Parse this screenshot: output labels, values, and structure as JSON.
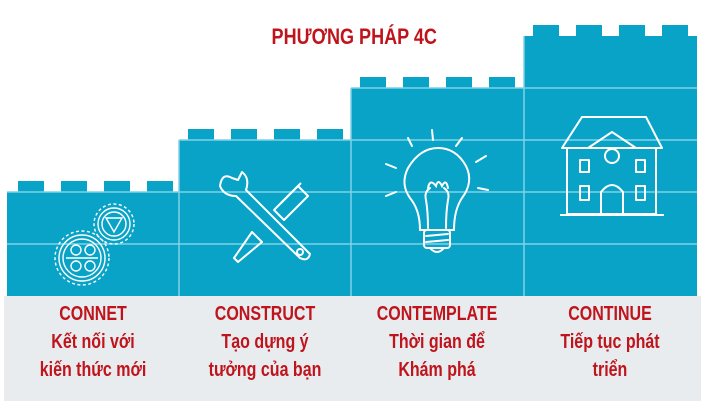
{
  "title": "PHƯƠNG PHÁP 4C",
  "colors": {
    "block": "#0aa3c8",
    "grid_line": "#7fd3e6",
    "icon_stroke": "#ffffff",
    "text": "#c0141c",
    "band": "#e8ecef"
  },
  "steps": [
    {
      "name": "CONNET",
      "line1": "Kết nối với",
      "line2": "kiến thức mới",
      "icon": "gears-icon"
    },
    {
      "name": "CONSTRUCT",
      "line1": "Tạo dựng ý",
      "line2": "tưởng của bạn",
      "icon": "wrench-pencil-icon"
    },
    {
      "name": "CONTEMPLATE",
      "line1": "Thời gian để",
      "line2": "Khám phá",
      "icon": "lightbulb-icon"
    },
    {
      "name": "CONTINUE",
      "line1": "Tiếp tục phát",
      "line2": "triển",
      "icon": "house-icon"
    }
  ]
}
